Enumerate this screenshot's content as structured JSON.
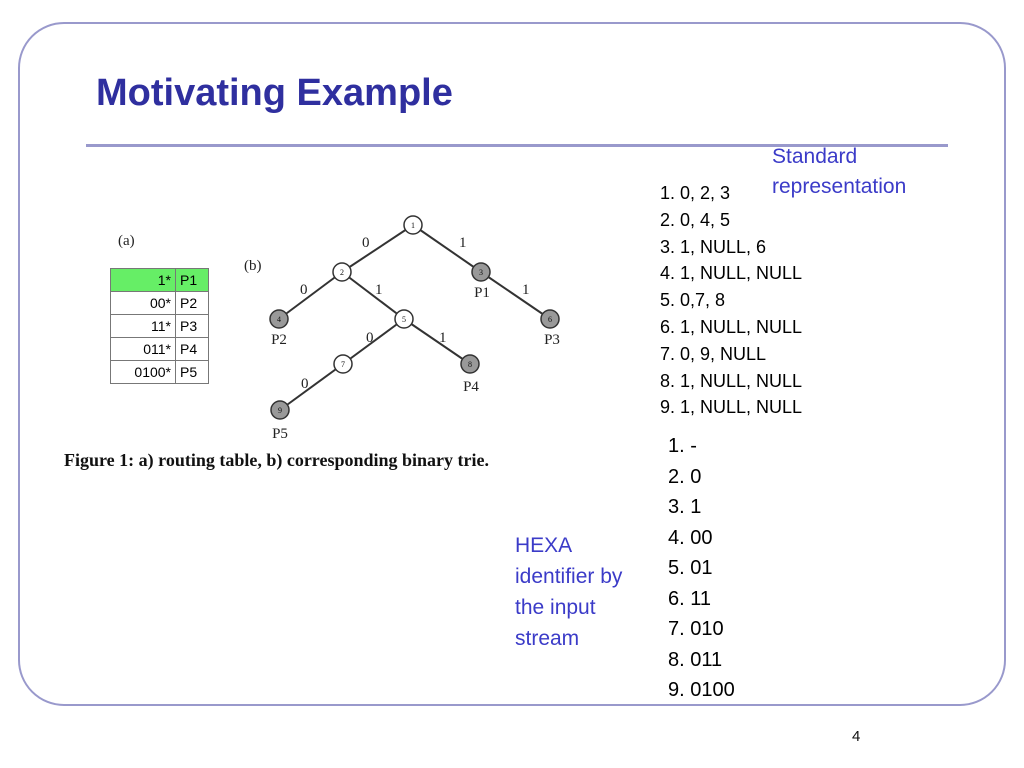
{
  "slide": {
    "title": "Motivating Example",
    "page_number": "4",
    "figure": {
      "label_a": "(a)",
      "label_b": "(b)",
      "routing_table": [
        {
          "prefix": "1*",
          "port": "P1"
        },
        {
          "prefix": "00*",
          "port": "P2"
        },
        {
          "prefix": "11*",
          "port": "P3"
        },
        {
          "prefix": "011*",
          "port": "P4"
        },
        {
          "prefix": "0100*",
          "port": "P5"
        }
      ],
      "trie_nodes": [
        "1",
        "2",
        "3",
        "4",
        "5",
        "6",
        "7",
        "8",
        "9"
      ],
      "edge_labels": [
        "0",
        "1",
        "0",
        "1",
        "1",
        "0",
        "1",
        "0"
      ],
      "port_labels": [
        "P1",
        "P2",
        "P3",
        "P4",
        "P5"
      ],
      "caption": "Figure 1: a) routing table, b) corresponding binary trie."
    },
    "standard": {
      "label_line1": "Standard",
      "label_line2": "representation",
      "items": [
        "1. 0, 2, 3",
        "2. 0, 4, 5",
        "3. 1, NULL, 6",
        "4. 1, NULL, NULL",
        "5. 0,7, 8",
        "6. 1, NULL, NULL",
        "7. 0, 9, NULL",
        "8. 1, NULL, NULL",
        "9. 1, NULL, NULL"
      ]
    },
    "hexa": {
      "label_lines": [
        "HEXA",
        "identifier by",
        "the input",
        "stream"
      ],
      "items": [
        "1. -",
        "2. 0",
        "3. 1",
        "4. 00",
        "5. 01",
        "6. 11",
        "7. 010",
        "8. 011",
        "9. 0100"
      ]
    }
  }
}
